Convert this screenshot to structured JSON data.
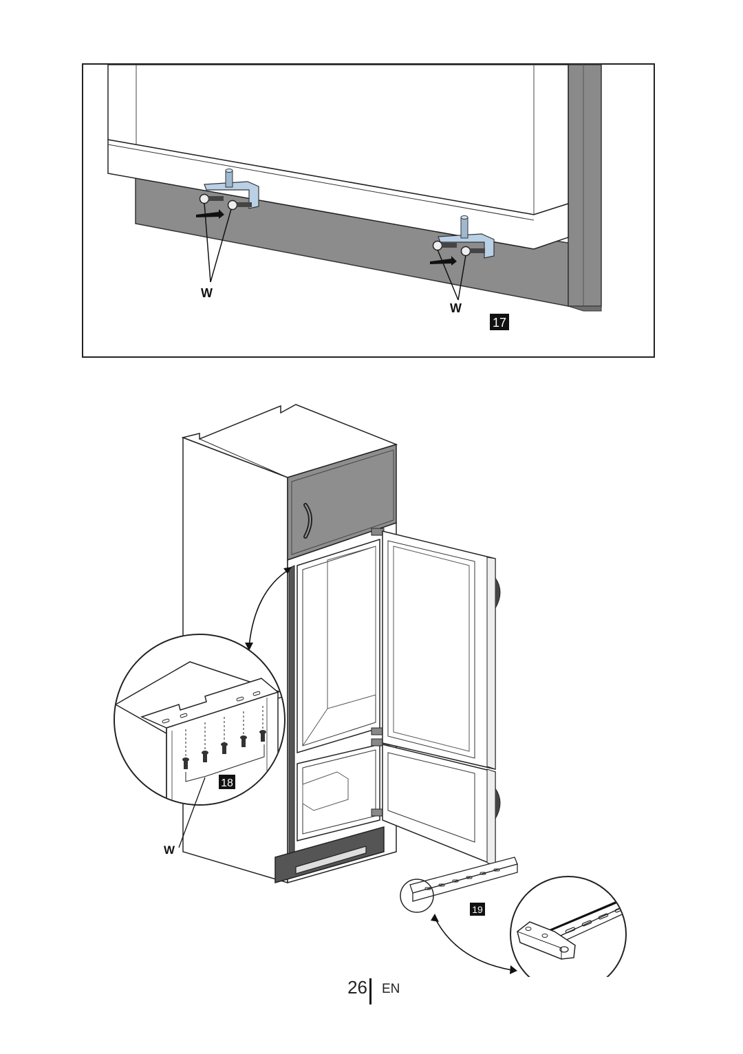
{
  "figure_17": {
    "number": "17",
    "label_w_left": "W",
    "label_w_right": "W"
  },
  "figure_18": {
    "number": "18",
    "label_w": "W"
  },
  "figure_19": {
    "number": "19"
  },
  "footer": {
    "page_number": "26",
    "language": "EN"
  }
}
